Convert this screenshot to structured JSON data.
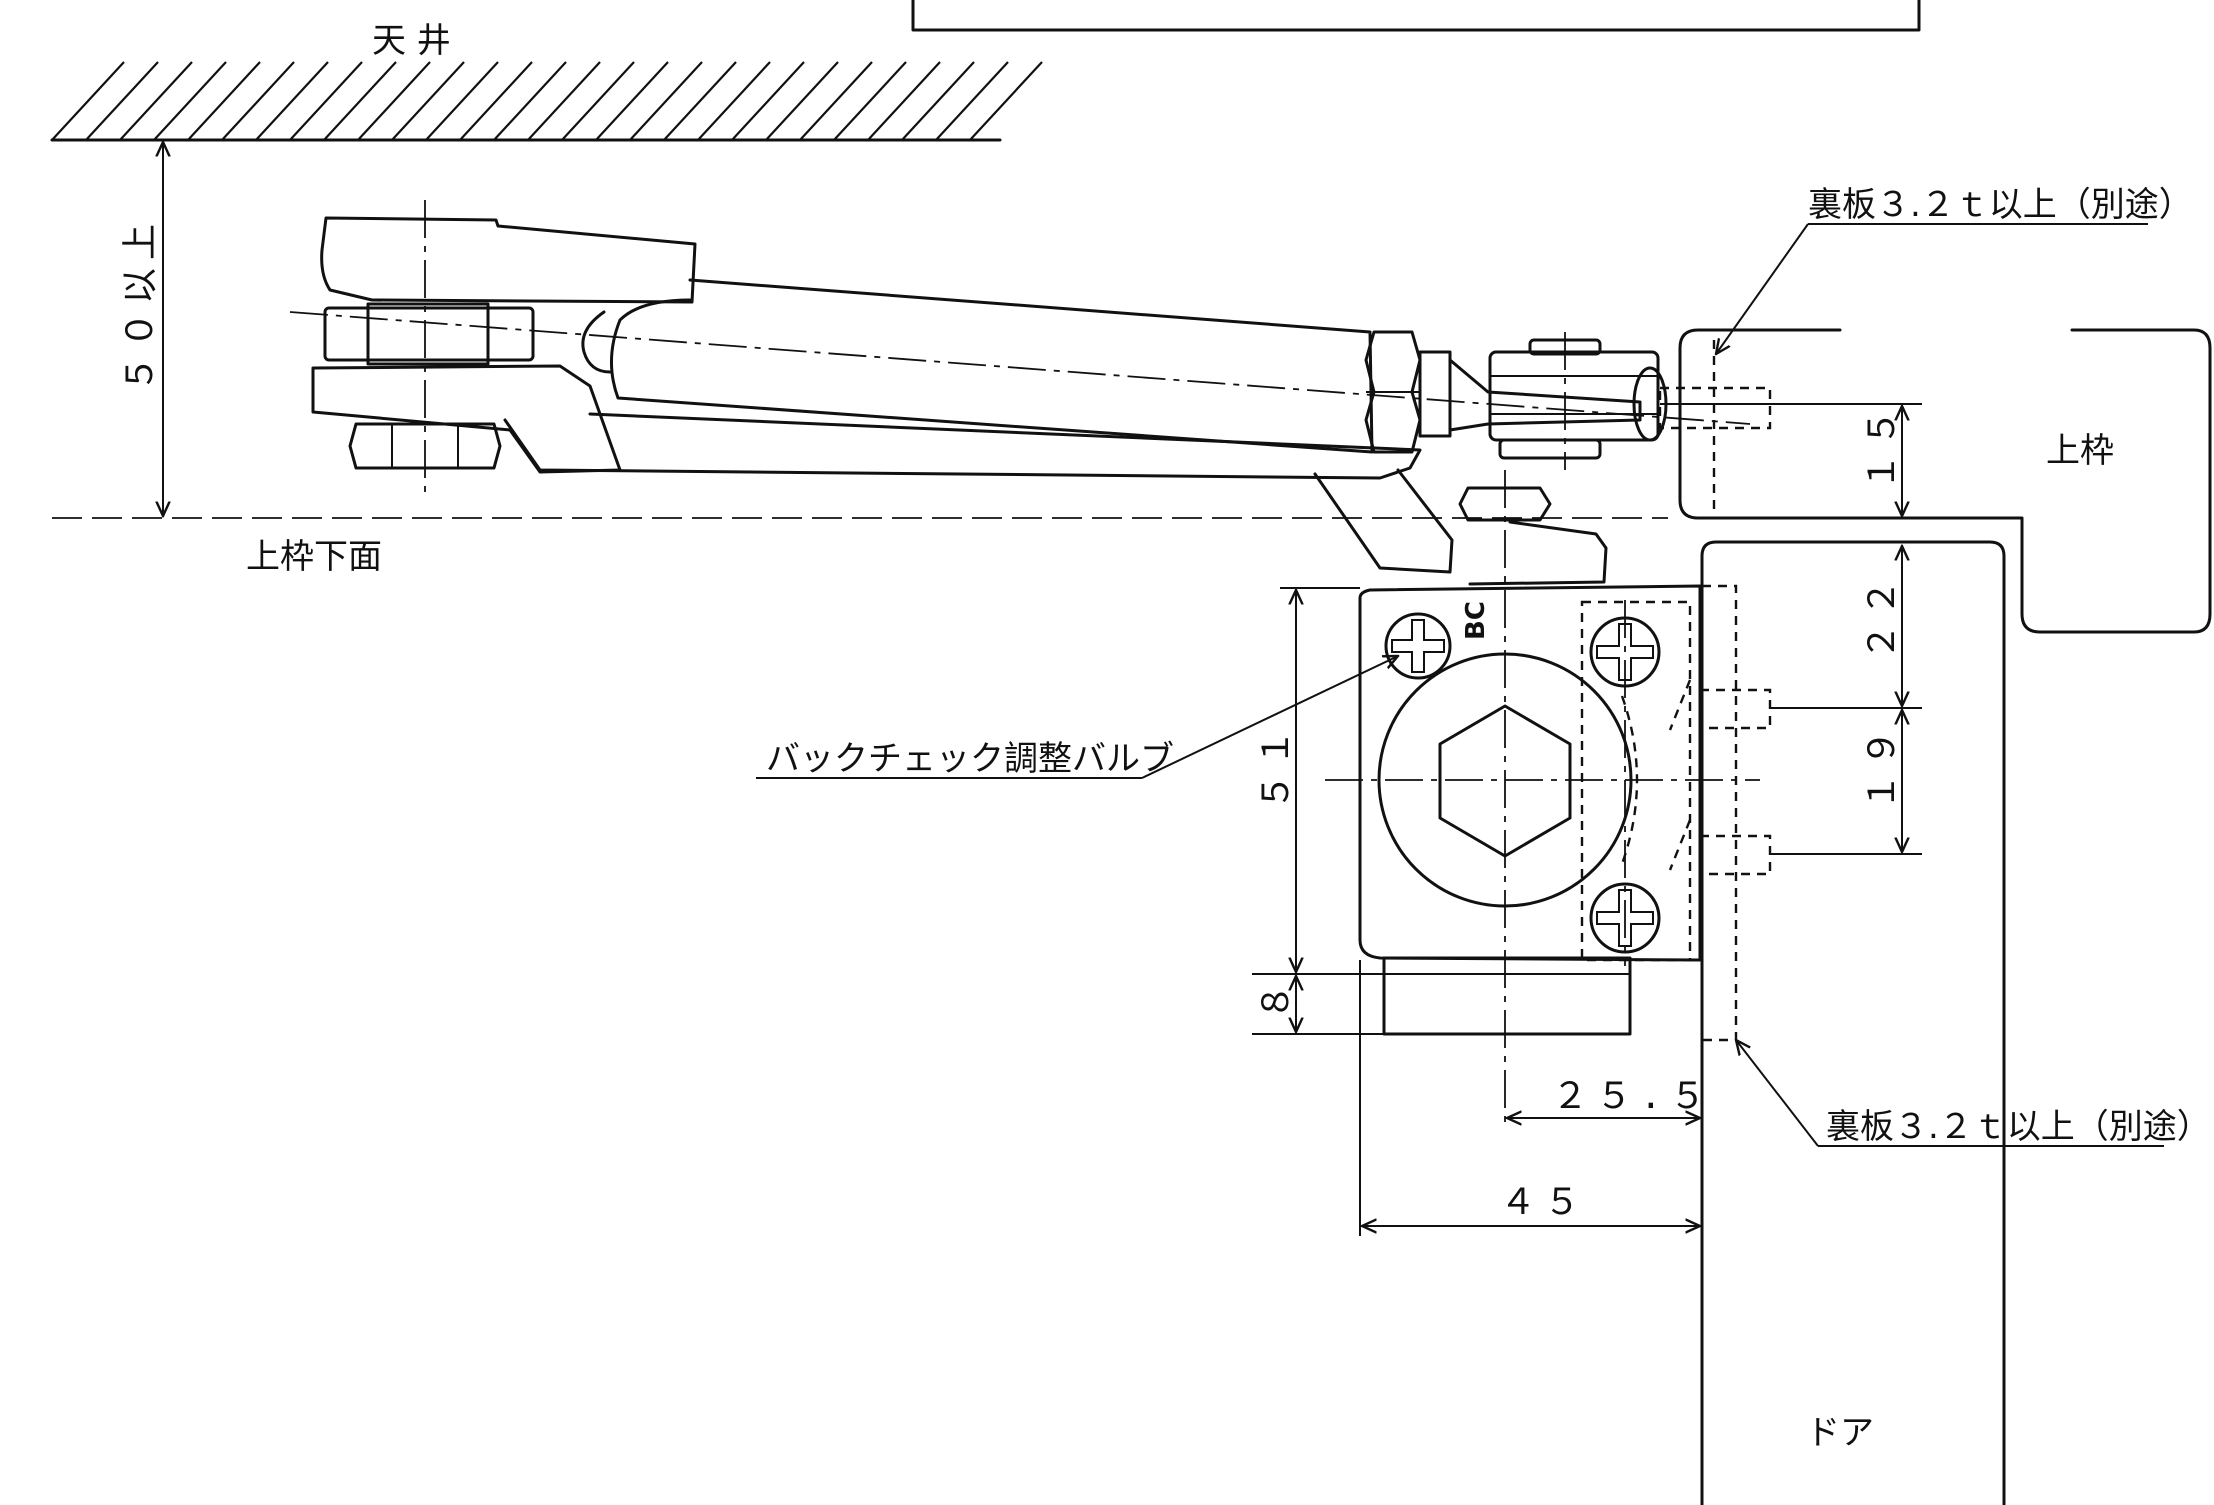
{
  "labels": {
    "ceiling": "天 井",
    "frame_underside": "上枠下面",
    "frame": "上枠",
    "door": "ドア",
    "backplate_top": "裏板３.２ｔ以上（別途）",
    "backplate_bottom": "裏板３.２ｔ以上（別途）",
    "backcheck_valve": "バックチェック調整バルブ",
    "valve_mark": "BC"
  },
  "dimensions": {
    "ceiling_clearance": "５０以上",
    "frame_offset": "１５",
    "upper_pitch": "２２",
    "screw_pitch": "１９",
    "body_height": "５１",
    "base_height": "８",
    "axis_to_door": "２５.５",
    "body_depth": "４５"
  }
}
